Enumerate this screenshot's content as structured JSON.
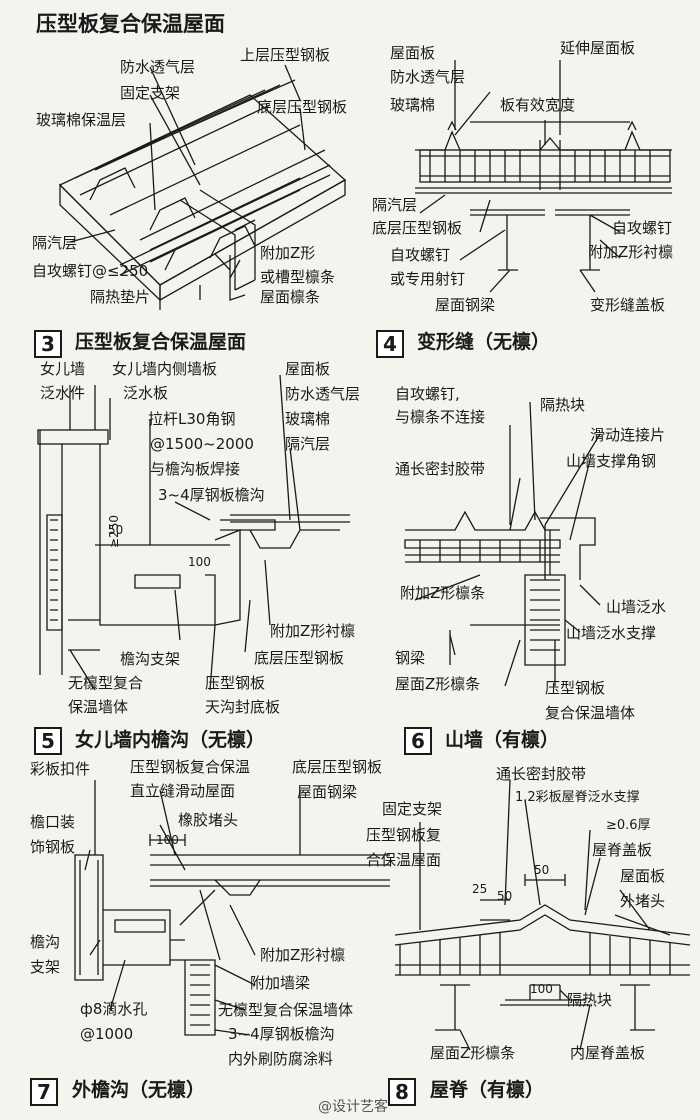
{
  "top_title": "压型板复合保温屋面",
  "diagram1": {
    "labels": [
      "防水透气层",
      "上层压型钢板",
      "固定支架",
      "底层压型钢板",
      "玻璃棉保温层",
      "隔汽层",
      "附加Z形",
      "自攻螺钉@≤250",
      "或槽型檩条",
      "隔热垫片",
      "屋面檩条"
    ]
  },
  "diagram2": {
    "labels": [
      "屋面板",
      "延伸屋面板",
      "防水透气层",
      "玻璃棉",
      "板有效宽度",
      "隔汽层",
      "底层压型钢板",
      "自攻螺钉",
      "自攻螺钉",
      "附加Z形衬檩",
      "或专用射钉",
      "屋面钢梁",
      "变形缝盖板"
    ]
  },
  "section3": {
    "num": "3",
    "caption": "压型板复合保温屋面"
  },
  "section4": {
    "num": "4",
    "caption": "变形缝（无檩）"
  },
  "diagram5": {
    "labels": [
      "女儿墙",
      "女儿墙内侧墙板",
      "屋面板",
      "泛水件",
      "泛水板",
      "防水透气层",
      "拉杆L30角钢",
      "玻璃棉",
      "@1500~2000",
      "隔汽层",
      "与檐沟板焊接",
      "3~4厚钢板檐沟",
      "附加Z形衬檩",
      "檐沟支架",
      "底层压型钢板",
      "无檩型复合",
      "压型钢板",
      "保温墙体",
      "天沟封底板"
    ],
    "dims": [
      "50",
      "≥250",
      "100"
    ]
  },
  "diagram6": {
    "labels": [
      "自攻螺钉,",
      "隔热块",
      "与檩条不连接",
      "滑动连接片",
      "通长密封胶带",
      "山墙支撑角钢",
      "附加Z形檩条",
      "山墙泛水",
      "山墙泛水支撑",
      "钢梁",
      "屋面Z形檩条",
      "压型钢板",
      "复合保温墙体"
    ]
  },
  "section5": {
    "num": "5",
    "caption": "女儿墙内檐沟（无檩）"
  },
  "section6": {
    "num": "6",
    "caption": "山墙（有檩）"
  },
  "diagram7": {
    "labels": [
      "彩板扣件",
      "压型钢板复合保温",
      "底层压型钢板",
      "直立缝滑动屋面",
      "屋面钢梁",
      "檐口装",
      "饰钢板",
      "橡胶堵头",
      "檐沟",
      "支架",
      "附加Z形衬檩",
      "附加墙梁",
      "ф8滴水孔",
      "无檩型复合保温墙体",
      "@1000",
      "3~4厚钢板檐沟",
      "内外刷防腐涂料"
    ],
    "dims": [
      "100"
    ]
  },
  "diagram8": {
    "labels": [
      "通长密封胶带",
      "1.2彩板屋脊泛水支撑",
      "固定支架",
      "≥0.6厚",
      "压型钢板复",
      "屋脊盖板",
      "合保温屋面",
      "屋面板",
      "外堵头",
      "隔热块",
      "屋面Z形檩条",
      "内屋脊盖板"
    ],
    "dims": [
      "50",
      "25",
      "50",
      "100"
    ]
  },
  "section7": {
    "num": "7",
    "caption": "外檐沟（无檩）"
  },
  "section8": {
    "num": "8",
    "caption": "屋脊（有檩）"
  },
  "watermark": "@设计艺客",
  "colors": {
    "paper": "#f4f3ee",
    "ink": "#1a1a1a"
  }
}
